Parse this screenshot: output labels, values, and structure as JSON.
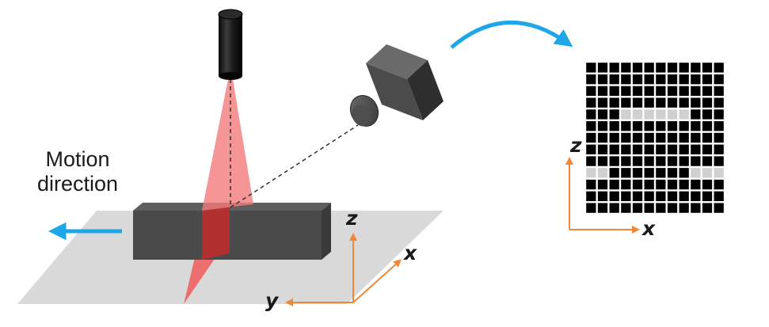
{
  "motion_label": {
    "line1": "Motion",
    "line2": "direction"
  },
  "scene_axes": {
    "z": "z",
    "x": "x",
    "y": "y"
  },
  "image_axes": {
    "z": "z",
    "x": "x"
  },
  "colors": {
    "axis_arrow": "#f0883a",
    "motion_arrow": "#1ea7e8",
    "laser_sheet": "#f05a5a",
    "object": "#4a4a4a",
    "plane": "#d9d9d9",
    "sensor_pixel_on": "#d0d0d0",
    "sensor_pixel_off": "#000000"
  },
  "sensor_grid": {
    "columns": 12,
    "rows": 13,
    "lit_pixels": [
      [
        4,
        3
      ],
      [
        4,
        4
      ],
      [
        4,
        5
      ],
      [
        4,
        6
      ],
      [
        4,
        7
      ],
      [
        4,
        8
      ],
      [
        9,
        0
      ],
      [
        9,
        1
      ],
      [
        9,
        9
      ],
      [
        9,
        10
      ],
      [
        9,
        11
      ]
    ]
  },
  "icons": {
    "laser": "laser-emitter-icon",
    "camera": "camera-icon"
  }
}
